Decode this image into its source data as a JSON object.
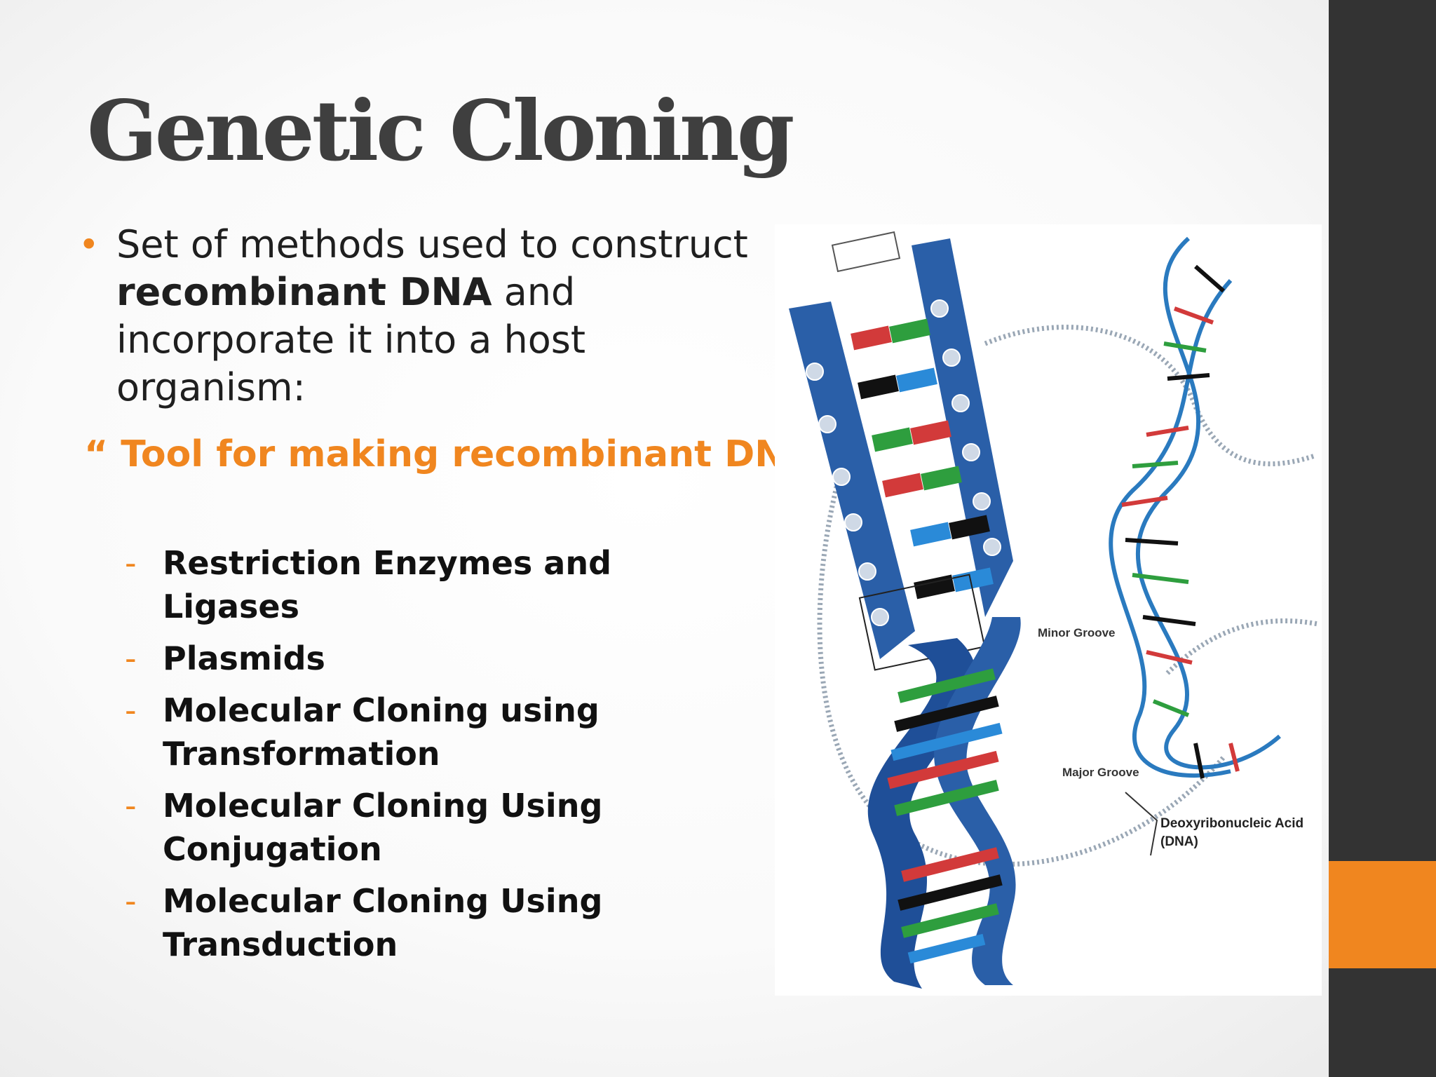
{
  "slide": {
    "title": "Genetic Cloning",
    "bullet": {
      "text_pre": "Set of methods used to construct ",
      "text_bold": "recombinant DNA",
      "text_post": " and incorporate it into a host organism:"
    },
    "quote": "“ Tool for making recombinant DNA”",
    "subitems": [
      "Restriction Enzymes and Ligases",
      "Plasmids",
      "Molecular Cloning using Transformation",
      "Molecular Cloning Using Conjugation",
      "Molecular Cloning Using Transduction"
    ]
  },
  "figure": {
    "labels": {
      "minor_groove": "Minor Groove",
      "major_groove": "Major Groove",
      "dna_line1": "Deoxyribonucleic Acid",
      "dna_line2": "(DNA)"
    }
  },
  "theme": {
    "accent": "#f0861f",
    "sidebar": "#333333",
    "title_color": "#3f3f3f",
    "strand_blue": "#2a5fa8",
    "base_red": "#d23a3a",
    "base_green": "#2e9e3e",
    "base_black": "#111111"
  }
}
